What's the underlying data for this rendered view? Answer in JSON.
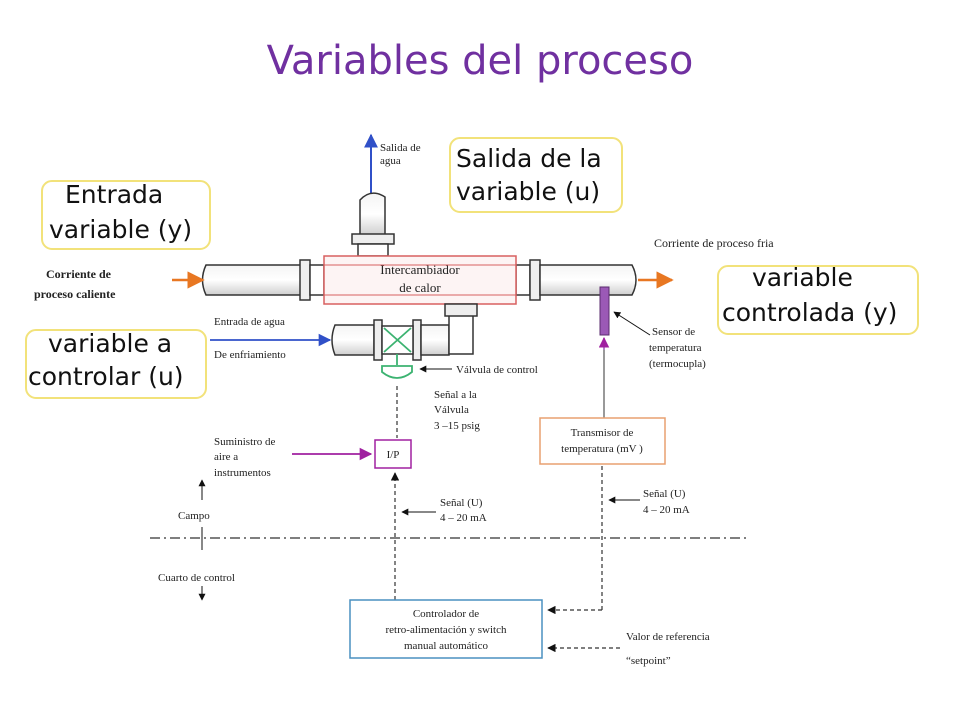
{
  "slide": {
    "title": "Variables del proceso"
  },
  "callouts": {
    "entrada_l1": "Entrada",
    "entrada_l2": "variable (y)",
    "salida_l1": "Salida de la",
    "salida_l2": "variable (u)",
    "controlada_l1": "variable",
    "controlada_l2": "controlada (y)",
    "acontrolar_l1": "variable a",
    "acontrolar_l2": "controlar (u)"
  },
  "labels": {
    "salida_agua_l1": "Salida de",
    "salida_agua_l2": "agua",
    "corriente_caliente_l1": "Corriente de",
    "corriente_caliente_l2": "proceso caliente",
    "corriente_fria": "Corriente de proceso fria",
    "intercambiador_l1": "Intercambiador",
    "intercambiador_l2": "de calor",
    "entrada_agua_l1": "Entrada de agua",
    "entrada_agua_l2": "De enfriamiento",
    "valvula": "Válvula de control",
    "sensor_l1": "Sensor de",
    "sensor_l2": "temperatura",
    "sensor_l3": "(termocupla)",
    "senal_valvula_l1": "Señal a la",
    "senal_valvula_l2": "Válvula",
    "senal_valvula_l3": "3 –15 psig",
    "transmisor_l1": "Transmisor de",
    "transmisor_l2": "temperatura (mV )",
    "suministro_l1": "Suministro de",
    "suministro_l2": "aire a",
    "suministro_l3": "instrumentos",
    "ip": "I/P",
    "senal_u_left_l1": "Señal (U)",
    "senal_u_left_l2": "4 – 20 mA",
    "senal_u_right_l1": "Señal (U)",
    "senal_u_right_l2": "4 – 20 mA",
    "campo": "Campo",
    "cuarto": "Cuarto de control",
    "controlador_l1": "Controlador de",
    "controlador_l2": "retro-alimentación y switch",
    "controlador_l3": "manual automático",
    "valor_ref_l1": "Valor de referencia",
    "valor_ref_l2": "“setpoint”"
  },
  "colors": {
    "title": "#7030A0",
    "callout_border": "#F2E27A",
    "hot_arrow": "#E87722",
    "water_arrow": "#3050C8",
    "air_arrow": "#A020A0",
    "exchanger_border": "#D86060",
    "valve": "#3CB371",
    "sensor": "#9B59B6",
    "transmitter_border": "#E8A070",
    "controller_border": "#4A90C0"
  }
}
